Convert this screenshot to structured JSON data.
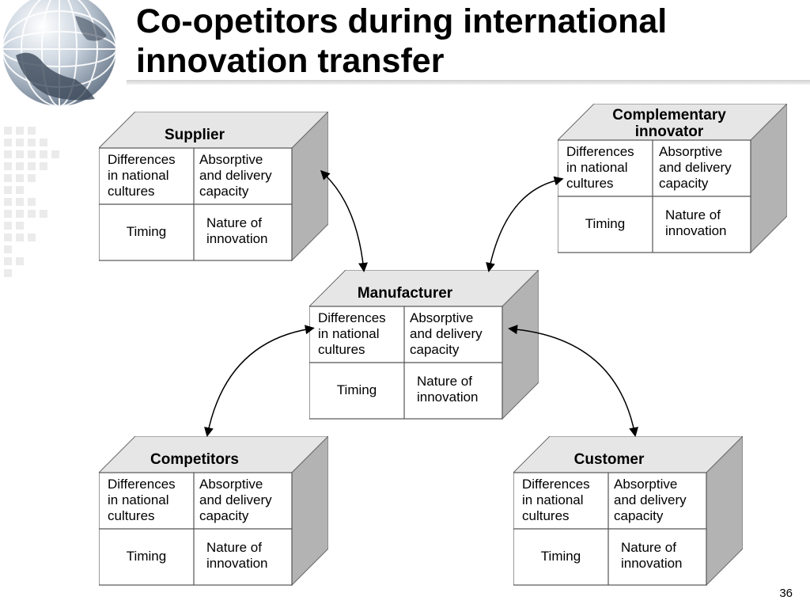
{
  "slide": {
    "title_line1": "Co-opetitors during international",
    "title_line2": "innovation transfer",
    "page_number": "36"
  },
  "boxes": {
    "supplier": {
      "label": "Supplier"
    },
    "complementary": {
      "label_line1": "Complementary",
      "label_line2": "innovator"
    },
    "manufacturer": {
      "label": "Manufacturer"
    },
    "competitors": {
      "label": "Competitors"
    },
    "customer": {
      "label": "Customer"
    }
  },
  "cells": {
    "differences_1": "Differences",
    "differences_2": "in national",
    "differences_3": "cultures",
    "absorptive_1": "Absorptive",
    "absorptive_2": "and delivery",
    "absorptive_3": "capacity",
    "timing": "Timing",
    "nature_1": "Nature of",
    "nature_2": "innovation"
  },
  "colors": {
    "box_top": "#e6e6e6",
    "box_side": "#b3b3b3",
    "box_front": "#ffffff",
    "outline": "#555555"
  }
}
